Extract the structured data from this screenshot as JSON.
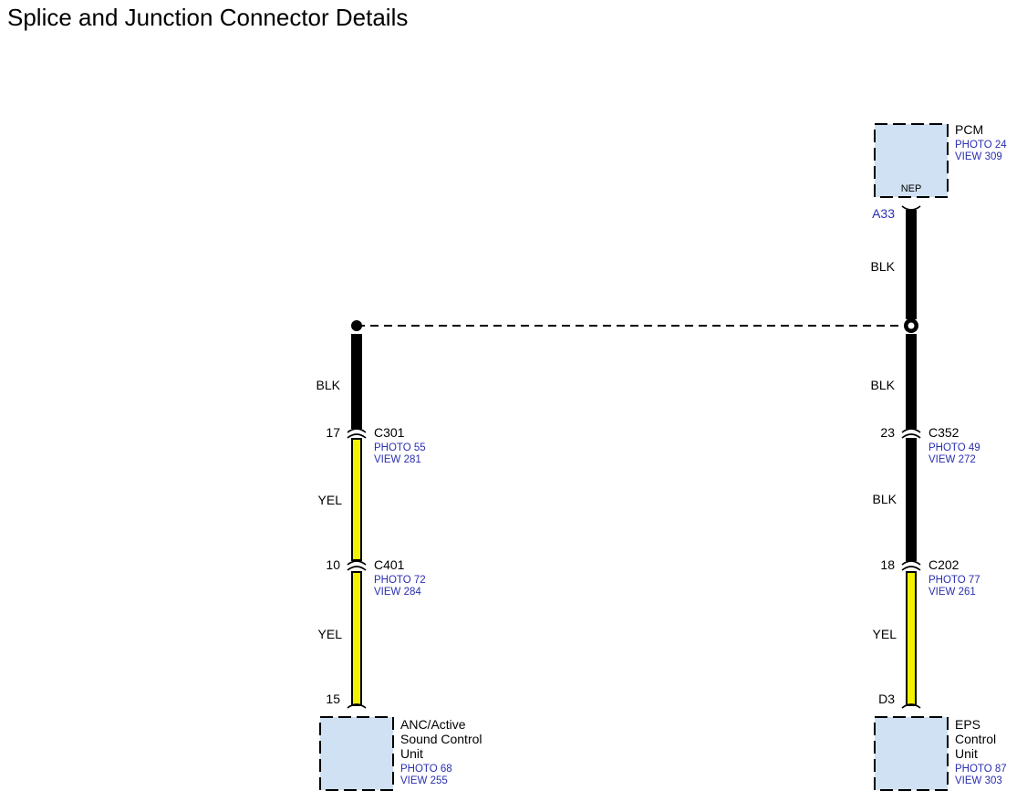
{
  "title": "Splice and Junction Connector Details",
  "colors": {
    "wire_black": "#000000",
    "wire_yellow": "#f2f200",
    "module_fill": "#cfe1f3",
    "link_text": "#2a2fb0"
  },
  "modules": {
    "pcm": {
      "name": "PCM",
      "photo": "PHOTO 24",
      "view": "VIEW 309",
      "inner": "NEP"
    },
    "anc": {
      "name_lines": [
        "ANC/Active",
        "Sound Control",
        "Unit"
      ],
      "photo": "PHOTO 68",
      "view": "VIEW 255"
    },
    "eps": {
      "name_lines": [
        "EPS",
        "Control",
        "Unit"
      ],
      "photo": "PHOTO 87",
      "view": "VIEW 303"
    }
  },
  "connectors": {
    "c301": {
      "name": "C301",
      "pin": "17",
      "photo": "PHOTO 55",
      "view": "VIEW 281"
    },
    "c401": {
      "name": "C401",
      "pin": "10",
      "photo": "PHOTO 72",
      "view": "VIEW 284"
    },
    "c352": {
      "name": "C352",
      "pin": "23",
      "photo": "PHOTO 49",
      "view": "VIEW 272"
    },
    "c202": {
      "name": "C202",
      "pin": "18",
      "photo": "PHOTO 77",
      "view": "VIEW 261"
    }
  },
  "terminals": {
    "pcm_pin": "A33",
    "anc_pin": "15",
    "eps_pin": "D3"
  },
  "wires": {
    "pcm_to_splice": "BLK",
    "left_splice_to_c301": "BLK",
    "c301_to_c401": "YEL",
    "c401_to_anc": "YEL",
    "right_splice_to_c352": "BLK",
    "c352_to_c202": "BLK",
    "c202_to_eps": "YEL"
  }
}
